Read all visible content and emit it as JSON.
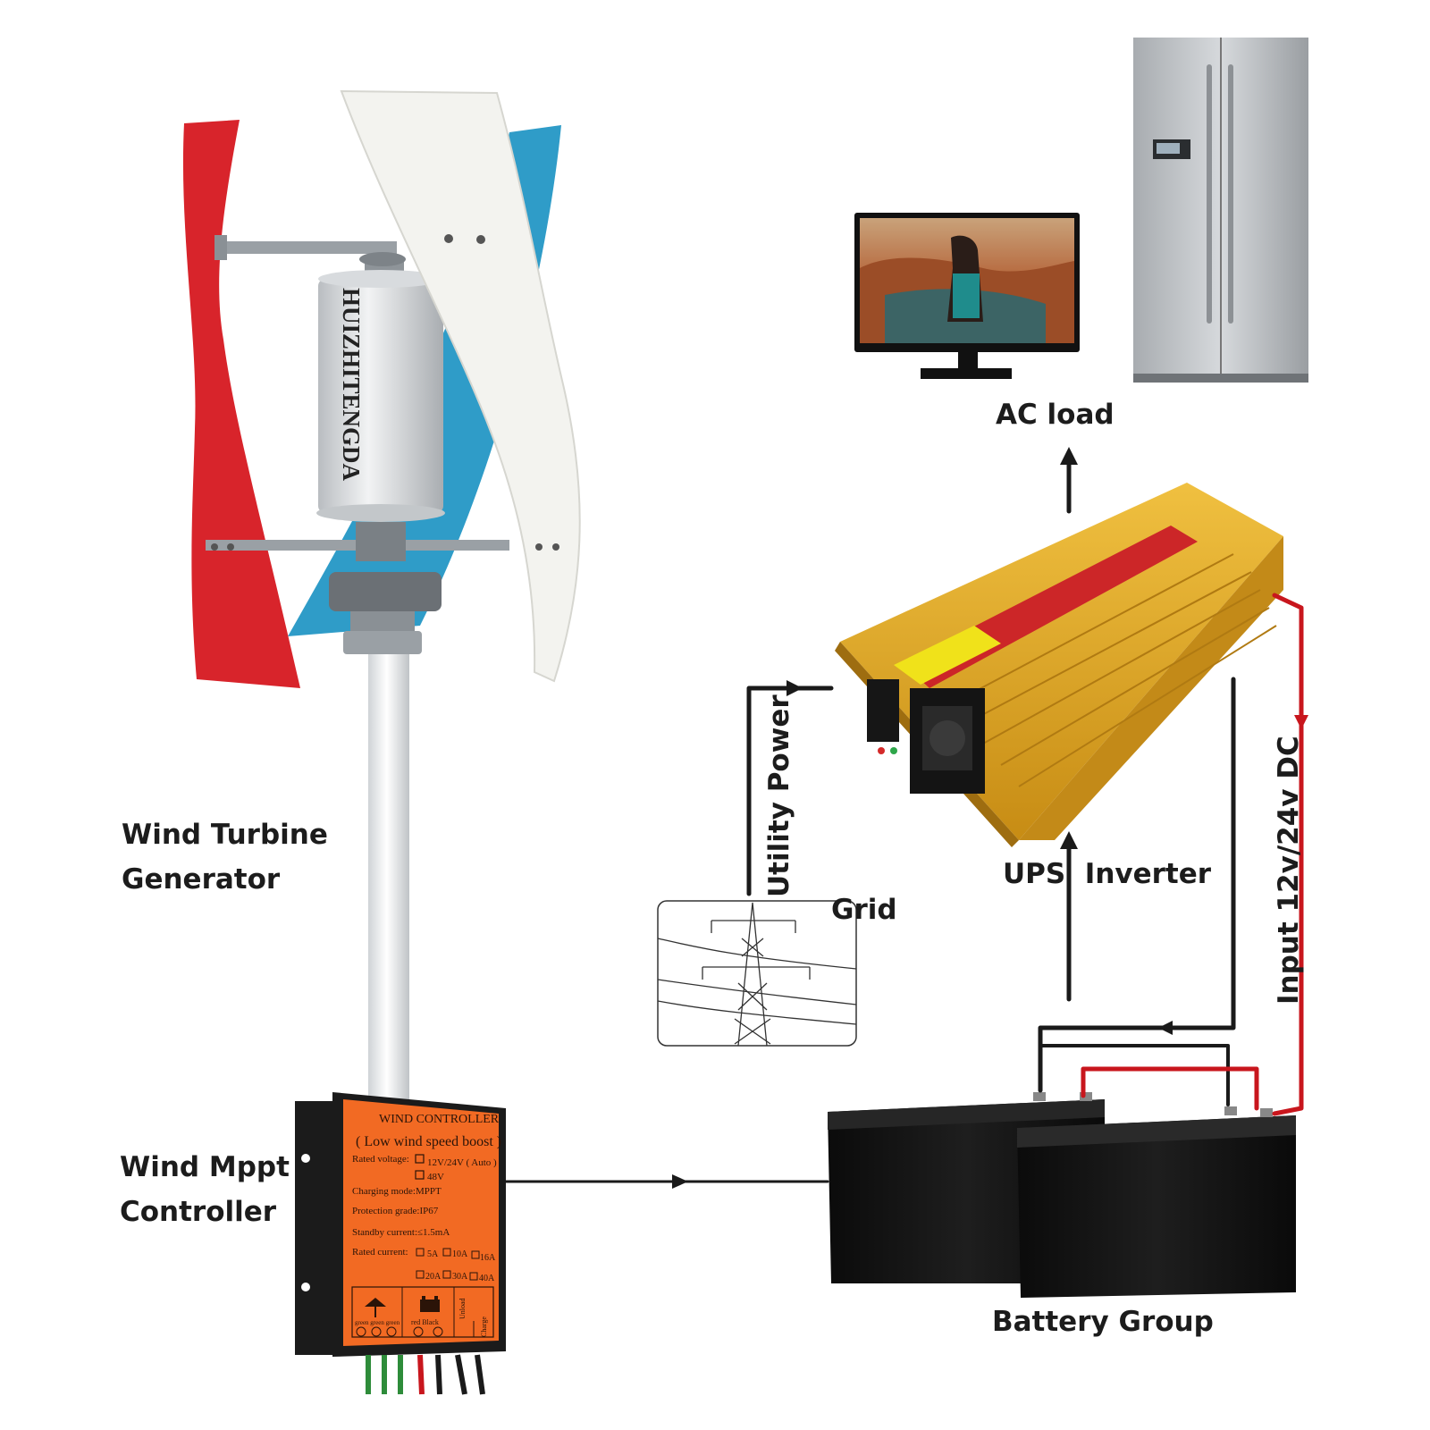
{
  "labels": {
    "wind_turbine_line1": "Wind Turbine",
    "wind_turbine_line2": "Generator",
    "wind_mppt_line1": "Wind Mppt",
    "wind_mppt_line2": "Controller",
    "ac_load": "AC load",
    "utility_power": "Utility Power",
    "grid": "Grid",
    "ups_inverter": "UPS  Inverter",
    "input_dc": "Input 12v/24v DC",
    "battery_group": "Battery Group"
  },
  "turbine": {
    "brand": "HUIZHITENGDA"
  },
  "controller": {
    "title": "WIND CONTROLLER",
    "subtitle": "( Low wind speed boost )",
    "rated_voltage_label": "Rated voltage:",
    "voltage_option_1": "12V/24V ( Auto )",
    "voltage_option_2": "48V",
    "charging_mode": "Charging mode:MPPT",
    "protection_grade": "Protection grade:IP67",
    "standby_current": "Standby current:≤1.5mA",
    "rated_current_label": "Rated current:",
    "current_options_row1": [
      "5A",
      "10A",
      "16A"
    ],
    "current_options_row2": [
      "20A",
      "30A",
      "40A"
    ],
    "terminal_labels": [
      "green green green",
      "red  Black",
      "Unload",
      "Charge"
    ]
  },
  "colors": {
    "wire_black": "#1a1a1a",
    "wire_red": "#c8161d",
    "controller_orange": "#f26a23",
    "inverter_gold": "#e1a823",
    "blade_red": "#d8242b",
    "blade_blue": "#2f9cc8",
    "blade_white": "#f3f3ef"
  }
}
